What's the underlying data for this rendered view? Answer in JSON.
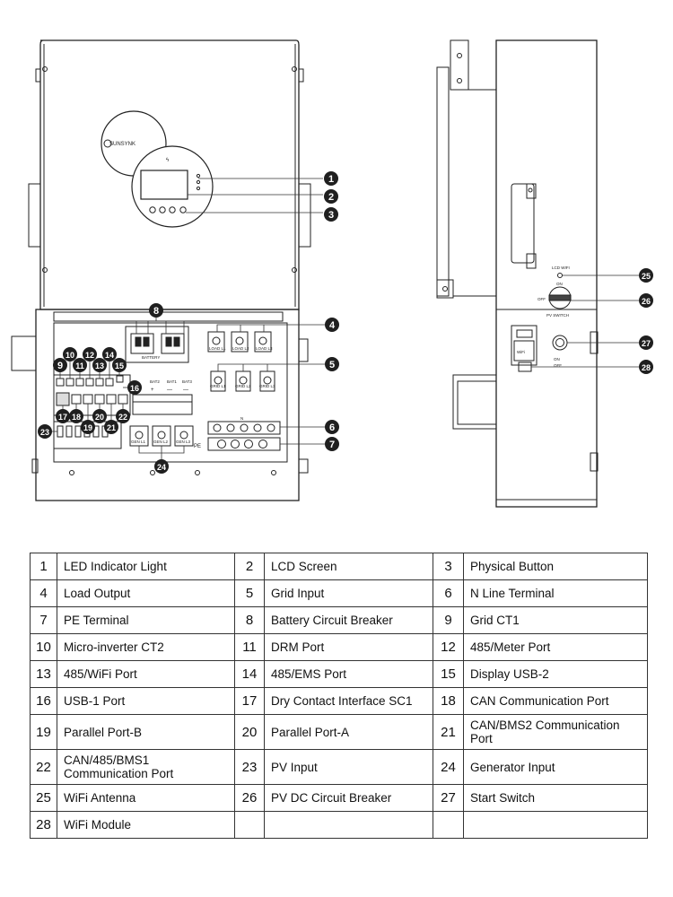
{
  "device": {
    "logo_text": "SUNSYNK",
    "labels": {
      "battery": "BATTERY",
      "bat1": "BAT1",
      "bat2": "BAT2",
      "bat3": "BAT3",
      "plus": "+",
      "minus": "—",
      "load1": "LOAD L1",
      "load2": "LOAD L2",
      "load3": "LOAD L3",
      "grid1": "GRID L1",
      "grid2": "GRID L2",
      "grid3": "GRID L3",
      "gen1": "GEN L1",
      "gen2": "GEN L2",
      "gen3": "GEN L3",
      "n": "N",
      "pe": "PE"
    },
    "side_labels": {
      "lcd_wifi": "LCD WIFI",
      "on": "ON",
      "off": "OFF",
      "pv_switch": "PV SWITCH",
      "wifi": "WiFi",
      "on_short": "ON",
      "off_short": "OFF"
    }
  },
  "callouts": [
    "1",
    "2",
    "3",
    "4",
    "5",
    "6",
    "7",
    "8",
    "9",
    "10",
    "11",
    "12",
    "13",
    "14",
    "15",
    "16",
    "17",
    "18",
    "19",
    "20",
    "21",
    "22",
    "23",
    "24",
    "25",
    "26",
    "27",
    "28"
  ],
  "parts": [
    {
      "num": "1",
      "label": "LED Indicator Light"
    },
    {
      "num": "2",
      "label": "LCD Screen"
    },
    {
      "num": "3",
      "label": "Physical Button"
    },
    {
      "num": "4",
      "label": "Load Output"
    },
    {
      "num": "5",
      "label": "Grid Input"
    },
    {
      "num": "6",
      "label": "N Line Terminal"
    },
    {
      "num": "7",
      "label": "PE Terminal"
    },
    {
      "num": "8",
      "label": "Battery Circuit Breaker"
    },
    {
      "num": "9",
      "label": "Grid CT1"
    },
    {
      "num": "10",
      "label": "Micro-inverter CT2"
    },
    {
      "num": "11",
      "label": "DRM Port"
    },
    {
      "num": "12",
      "label": "485/Meter Port"
    },
    {
      "num": "13",
      "label": "485/WiFi Port"
    },
    {
      "num": "14",
      "label": "485/EMS Port"
    },
    {
      "num": "15",
      "label": "Display USB-2"
    },
    {
      "num": "16",
      "label": "USB-1 Port"
    },
    {
      "num": "17",
      "label": "Dry Contact Interface SC1"
    },
    {
      "num": "18",
      "label": "CAN Communication Port"
    },
    {
      "num": "19",
      "label": "Parallel Port-B"
    },
    {
      "num": "20",
      "label": "Parallel Port-A"
    },
    {
      "num": "21",
      "label": "CAN/BMS2 Communication Port"
    },
    {
      "num": "22",
      "label": "CAN/485/BMS1 Communication Port"
    },
    {
      "num": "23",
      "label": "PV Input"
    },
    {
      "num": "24",
      "label": "Generator Input"
    },
    {
      "num": "25",
      "label": "WiFi Antenna"
    },
    {
      "num": "26",
      "label": "PV DC Circuit Breaker"
    },
    {
      "num": "27",
      "label": "Start Switch"
    },
    {
      "num": "28",
      "label": "WiFi Module"
    }
  ]
}
